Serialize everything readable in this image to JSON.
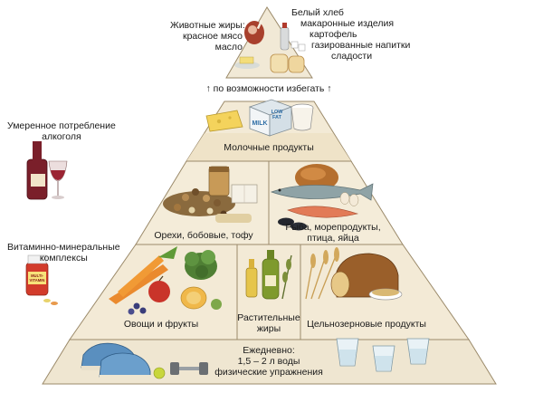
{
  "pyramid": {
    "top_left_lines": [
      "Животные жиры:",
      "красное мясо",
      "масло"
    ],
    "top_right_lines": [
      "Белый хлеб",
      "макаронные изделия",
      "картофель",
      "газированные напитки",
      "сладости"
    ],
    "avoid_note": "↑ по возможности избегать ↑",
    "dairy": "Молочные продукты",
    "nuts": "Орехи, бобовые, тофу",
    "fish_lines": [
      "Рыба, морепродукты,",
      "птица, яйца"
    ],
    "veg": "Овощи и фрукты",
    "oil_lines": [
      "Растительные",
      "жиры"
    ],
    "grains": "Цельнозерновые продукты",
    "daily_lines": [
      "Ежедневно:",
      "1,5 – 2 л воды",
      "физические упражнения"
    ],
    "carton_text": [
      "LOW",
      "FAT",
      "MILK"
    ],
    "vitamin_text": [
      "MULTI-",
      "VITAMIN"
    ]
  },
  "side": {
    "alcohol_lines": [
      "Умеренное потребление",
      "алкоголя"
    ],
    "vitamins_lines": [
      "Витаминно-минеральные",
      "комплексы"
    ]
  },
  "colors": {
    "tier_outline": "#9b8a6a",
    "tier_fill": "#f3ead6",
    "band_fill": "#efe3c8"
  }
}
